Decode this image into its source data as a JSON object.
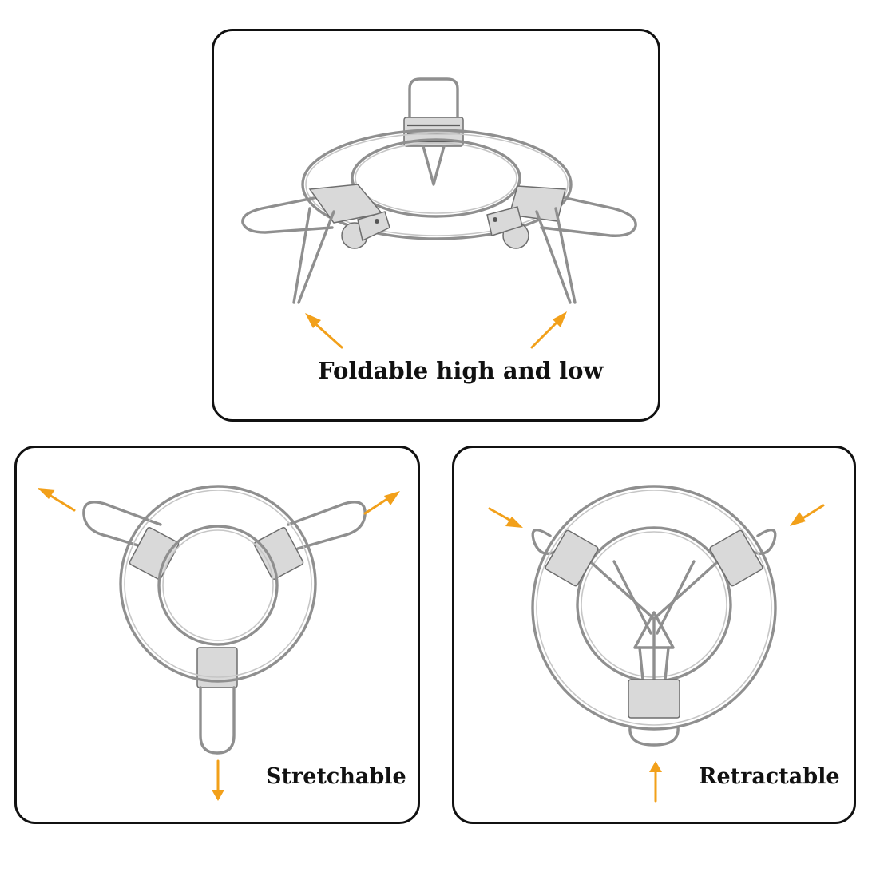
{
  "panels": {
    "top": {
      "caption": "Foldable high and low"
    },
    "left": {
      "caption": "Stretchable"
    },
    "right": {
      "caption": "Retractable"
    }
  },
  "colors": {
    "arrow": "#f2a01a",
    "border": "#111111",
    "metal": "#8f8f8f"
  },
  "icons": {
    "arrow": "arrow-icon"
  }
}
